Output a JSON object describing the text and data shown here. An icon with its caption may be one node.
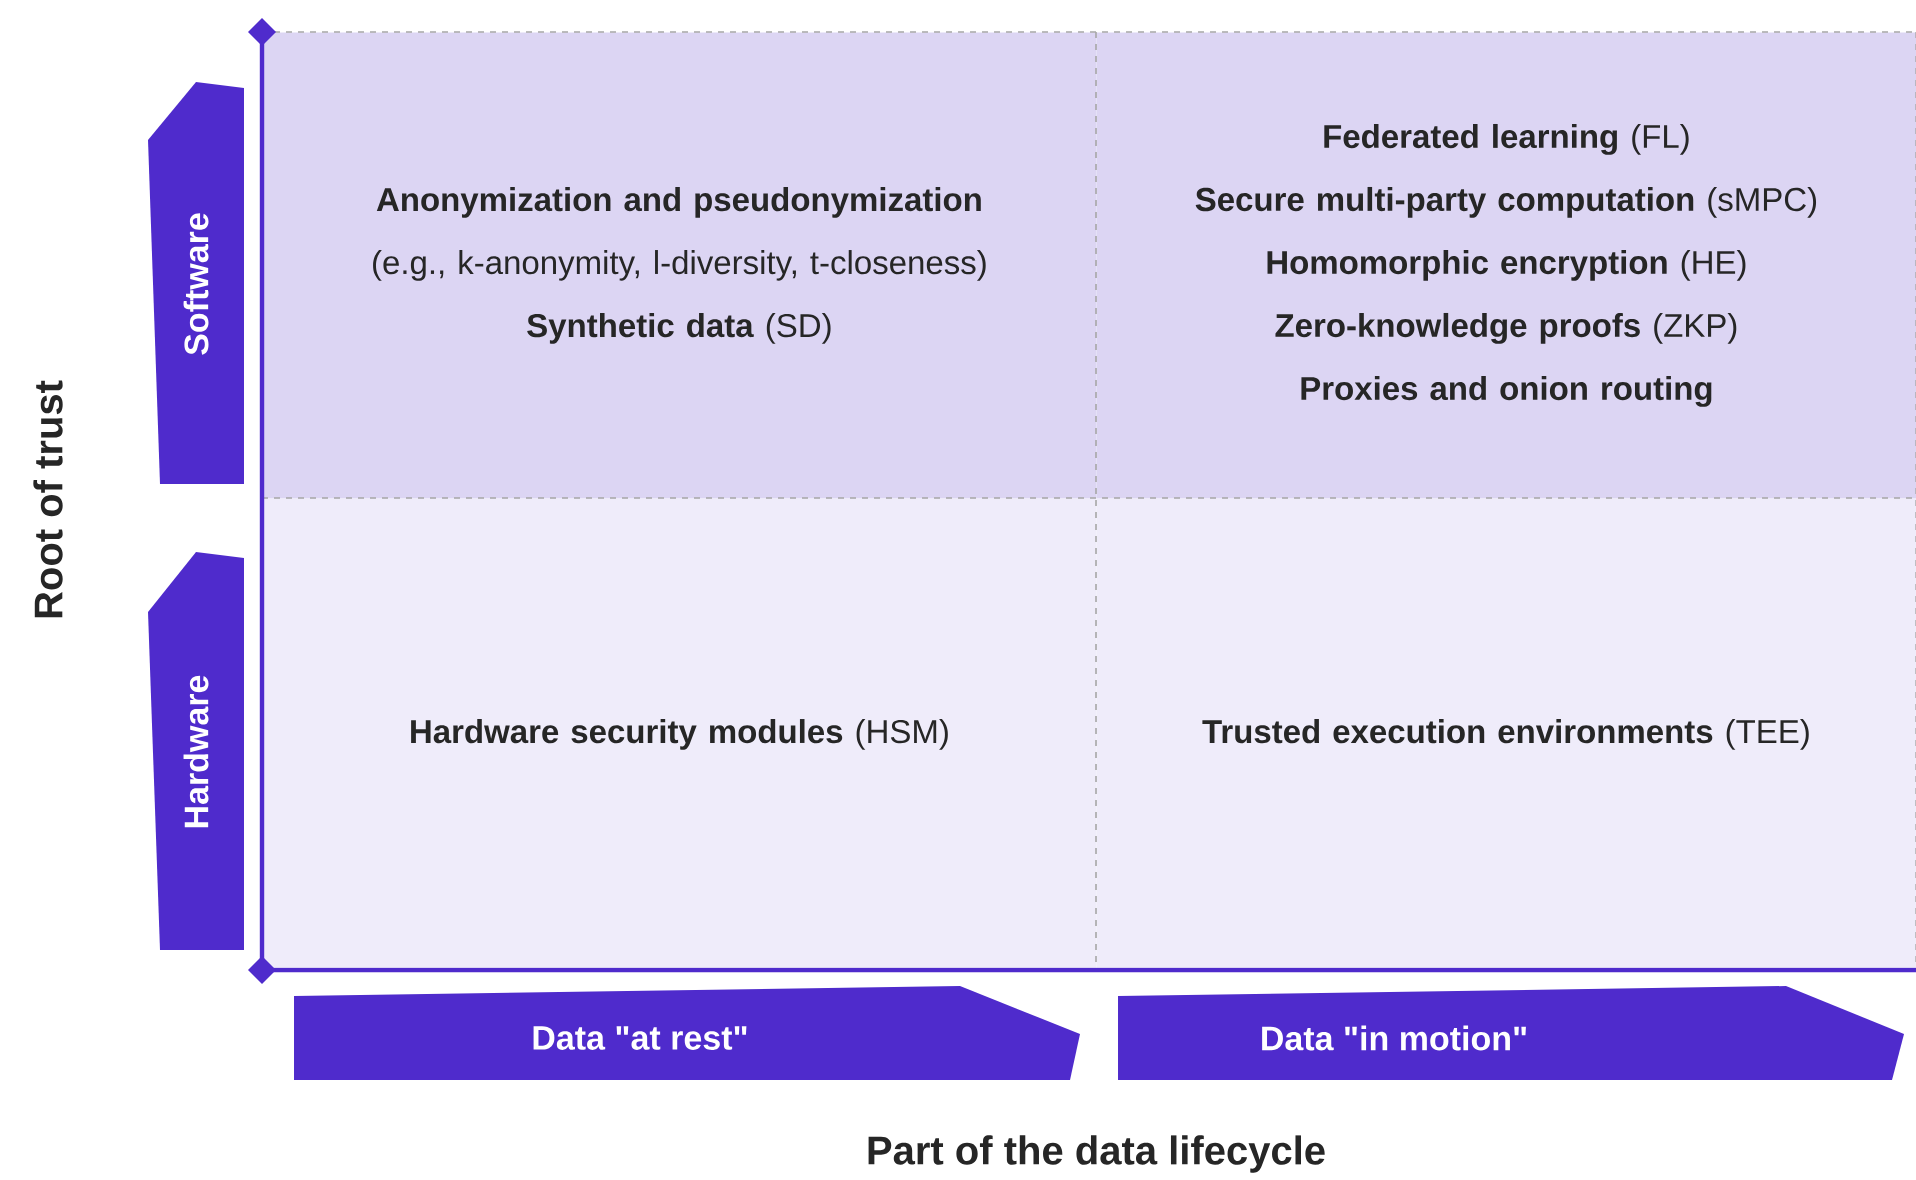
{
  "diagram": {
    "nodes": [
      {
        "text": [
          "**Anonymization and pseudonymization** (e.g., k-anonymity, l-diversity, t-closeness)",
          "**Synthetic data** (SD)"
        ]
      },
      {
        "text": [
          "**Federated learning** (FL)",
          "**Secure multi-party computation** (sMPC)",
          "**Homomorphic encryption** (HE)",
          "**Zero-knowledge proofs** (ZKP)",
          "Proxies and onion routing"
        ]
      },
      {
        "text": [
          "**Hardware security modules** (HSM)"
        ]
      },
      {
        "text": [
          "**Trusted execution environments** (TEE)"
        ]
      },
      {
        "text": [
          "Software"
        ]
      },
      {
        "text": [
          "Hardware"
        ]
      },
      {
        "text": [
          "Data \"at rest\""
        ]
      },
      {
        "text": [
          "Data \"in motion\""
        ]
      }
    ],
    "labels": [
      "Root of trust",
      "Part of the data lifecycle"
    ]
  }
}
